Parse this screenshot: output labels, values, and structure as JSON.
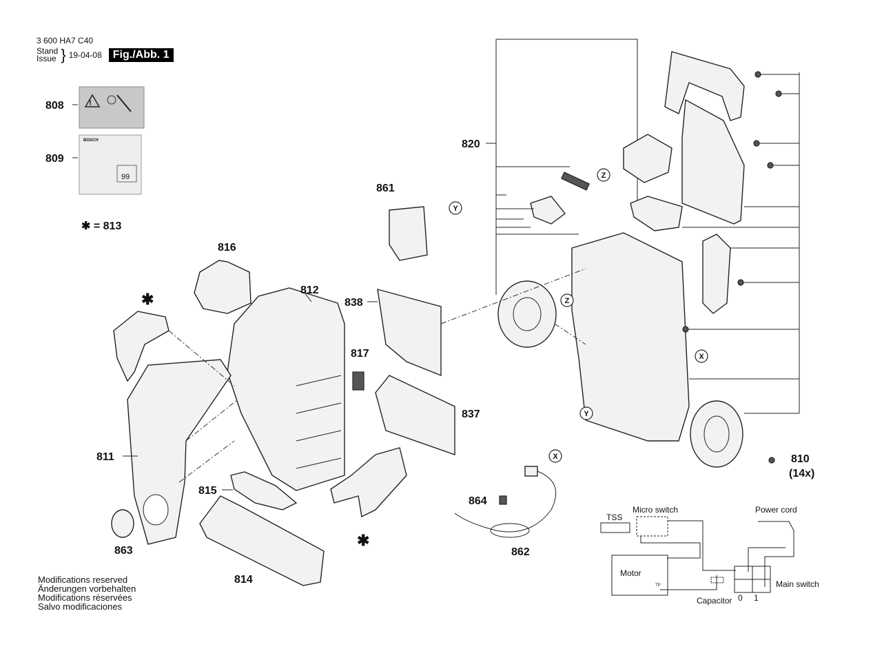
{
  "header": {
    "doc_number": "3 600 HA7 C40",
    "stand_label": "Stand",
    "issue_label": "Issue",
    "date": "19-04-08",
    "figure": "Fig./Abb. 1"
  },
  "legend_note": "✱ = 813",
  "parts": {
    "p808": "808",
    "p809": "809",
    "p816": "816",
    "p812": "812",
    "p838": "838",
    "p817": "817",
    "p837": "837",
    "p861": "861",
    "p820": "820",
    "p811": "811",
    "p815": "815",
    "p863": "863",
    "p814": "814",
    "p864": "864",
    "p862": "862",
    "p810": "810",
    "p810_qty": "(14x)"
  },
  "markers": {
    "y": "Y",
    "z": "Z",
    "x": "X",
    "star": "✱"
  },
  "label_809": {
    "brand": "BOSCH",
    "number": "99"
  },
  "wiring": {
    "tss": "TSS",
    "micro_switch": "Micro switch",
    "power_cord": "Power cord",
    "motor": "Motor",
    "tp": "TP",
    "capacitor": "Capacitor",
    "main_switch": "Main switch",
    "pos0": "0",
    "pos1": "1"
  },
  "footer": [
    "Modifications reserved",
    "Änderungen vorbehalten",
    "Modifications réservées",
    "Salvo modificaciones"
  ]
}
